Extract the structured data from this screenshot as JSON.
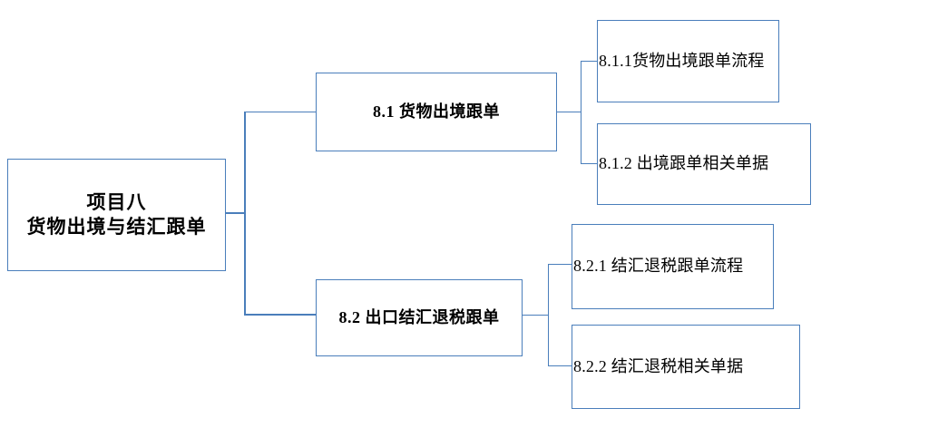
{
  "diagram": {
    "type": "tree",
    "orientation": "left-to-right",
    "line_color": "#4a7ebb",
    "box_border_color": "#4a7ebb",
    "background_color": "#ffffff",
    "text_color": "#000000",
    "root": {
      "id": "root",
      "title_line1": "项目八",
      "title_line2": "货物出境与结汇跟单"
    },
    "level2": [
      {
        "id": "8.1",
        "label": "8.1 货物出境跟单",
        "children": [
          {
            "id": "8.1.1",
            "label": "8.1.1货物出境跟单流程"
          },
          {
            "id": "8.1.2",
            "label": "8.1.2 出境跟单相关单据"
          }
        ]
      },
      {
        "id": "8.2",
        "label": "8.2 出口结汇退税跟单",
        "children": [
          {
            "id": "8.2.1",
            "label": "8.2.1 结汇退税跟单流程"
          },
          {
            "id": "8.2.2",
            "label": "8.2.2 结汇退税相关单据"
          }
        ]
      }
    ]
  }
}
